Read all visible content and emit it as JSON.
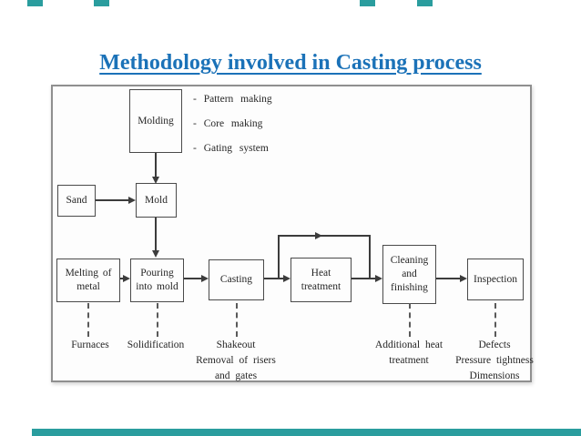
{
  "slide": {
    "title": "Methodology involved in Casting process"
  },
  "colors": {
    "accent_teal": "#2a9d9e",
    "title_blue": "#1b72b8",
    "diagram_line": "#3c3c3c"
  },
  "flowchart": {
    "nodes": {
      "molding": {
        "label": "Molding"
      },
      "sand": {
        "label": "Sand"
      },
      "mold": {
        "label": "Mold"
      },
      "melting": {
        "label": "Melting of\nmetal"
      },
      "pouring": {
        "label": "Pouring\ninto mold"
      },
      "casting": {
        "label": "Casting"
      },
      "heat": {
        "label": "Heat\ntreatment"
      },
      "cleaning": {
        "label": "Cleaning\nand\nfinishing"
      },
      "inspection": {
        "label": "Inspection"
      }
    },
    "bullets": [
      "- Pattern making",
      "- Core making",
      "- Gating system"
    ],
    "annotations": {
      "furnaces": "Furnaces",
      "solidification": "Solidification",
      "shakeout": "Shakeout\nRemoval of risers\nand gates",
      "additional_heat": "Additional heat\ntreatment",
      "defects": "Defects\nPressure tightness\nDimensions"
    }
  }
}
